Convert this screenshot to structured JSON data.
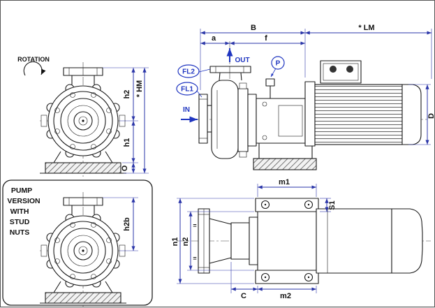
{
  "colors": {
    "drawing_line": "#1a1a1a",
    "dimension_blue": "#2a35a8",
    "port_label_blue": "#1f35c0",
    "background": "#ffffff"
  },
  "labels": {
    "rotation": "ROTATION",
    "version": [
      "PUMP",
      "VERSION",
      "WITH",
      "STUD",
      "NUTS"
    ],
    "out": "OUT",
    "in": "IN",
    "fl1": "FL1",
    "fl2": "FL2",
    "p": "P",
    "B": "B",
    "LM": "* LM",
    "a": "a",
    "f": "f",
    "D": "D",
    "h2": "h2",
    "HM": "* HM",
    "h1": "h1",
    "O": "O",
    "h2b": "h2b",
    "m1": "m1",
    "m2": "m2",
    "n1": "n1",
    "n2": "n2",
    "C": "C",
    "S1": "S1",
    "eq": "="
  }
}
